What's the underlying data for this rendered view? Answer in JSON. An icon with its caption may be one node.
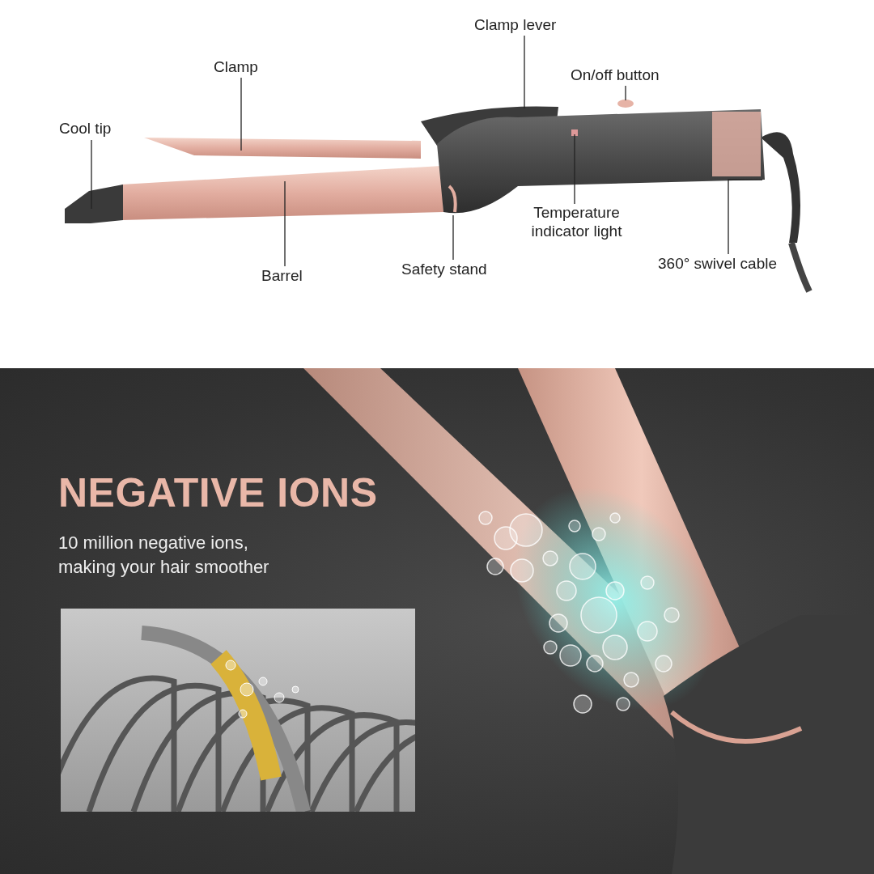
{
  "diagram": {
    "nodes": [
      {
        "text": [
          "Cool tip"
        ]
      },
      {
        "text": [
          "Clamp"
        ]
      },
      {
        "text": [
          "Clamp lever"
        ]
      },
      {
        "text": [
          "On/off button"
        ]
      },
      {
        "text": [
          "Temperature indicator light"
        ]
      },
      {
        "text": [
          "Barrel"
        ]
      },
      {
        "text": [
          "Safety stand"
        ]
      },
      {
        "text": [
          "360° swivel cable"
        ]
      }
    ],
    "edges": [
      {
        "from": 0,
        "to": null,
        "arrow": "none"
      },
      {
        "from": 1,
        "to": null,
        "arrow": "none"
      },
      {
        "from": 2,
        "to": null,
        "arrow": "none"
      },
      {
        "from": 3,
        "to": null,
        "arrow": "none"
      },
      {
        "from": 4,
        "to": null,
        "arrow": "none"
      },
      {
        "from": 5,
        "to": null,
        "arrow": "none"
      },
      {
        "from": 6,
        "to": null,
        "arrow": "none"
      },
      {
        "from": 7,
        "to": null,
        "arrow": "none"
      }
    ],
    "labels": [
      "NEGATIVE IONS",
      "10 million negative ions, making your hair smoother"
    ]
  }
}
